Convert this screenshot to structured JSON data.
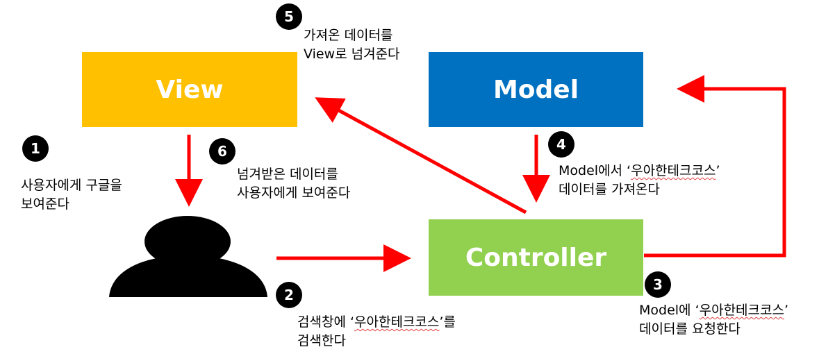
{
  "colors": {
    "view": "#FFC000",
    "model": "#0070C0",
    "controller": "#92D050",
    "arrow": "#FF0000",
    "user": "#000000"
  },
  "boxes": {
    "view": "View",
    "model": "Model",
    "controller": "Controller"
  },
  "user_icon": "person-silhouette-icon",
  "steps": [
    {
      "number": "1",
      "lines": [
        "사용자에게 구글을",
        "보여준다"
      ]
    },
    {
      "number": "2",
      "line1_prefix": "검색창에 ‘",
      "highlight": "우아한테크코스",
      "line1_suffix": "’를",
      "line2": "검색한다"
    },
    {
      "number": "3",
      "line1_prefix": "Model에 ‘",
      "highlight": "우아한테크코스",
      "line1_suffix": "’",
      "line2": "데이터를 요청한다"
    },
    {
      "number": "4",
      "line1_prefix": "Model에서 ‘",
      "highlight": "우아한테크코스",
      "line1_suffix": "’",
      "line2": "데이터를 가져온다"
    },
    {
      "number": "5",
      "lines": [
        "가져온 데이터를",
        "View로 넘겨준다"
      ]
    },
    {
      "number": "6",
      "lines": [
        "넘겨받은 데이터를",
        "사용자에게 보여준다"
      ]
    }
  ]
}
